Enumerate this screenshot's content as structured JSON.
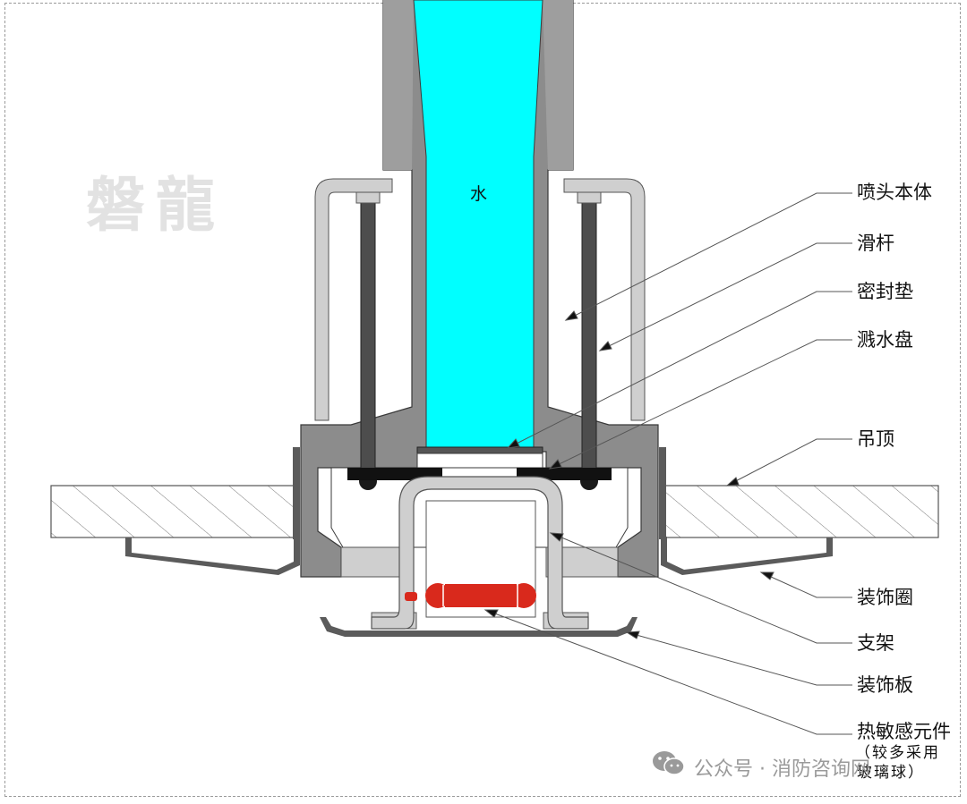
{
  "watermark": {
    "logo": "磐龍",
    "credit": "公众号 · 消防咨询网"
  },
  "labels": {
    "water": "水",
    "nozzle_body": "喷头本体",
    "slide_rod": "滑杆",
    "seal_gasket": "密封垫",
    "deflector": "溅水盘",
    "ceiling": "吊顶",
    "decorative_ring": "装饰圈",
    "bracket": "支架",
    "decorative_plate": "装饰板",
    "heat_element": "热敏感元件",
    "heat_element_note_1": "（较多采用",
    "heat_element_note_2": "玻璃球）"
  },
  "colors": {
    "water": "#00ffff",
    "body": "#8c8c8c",
    "rod": "#4d4d4d",
    "light_part": "#cfcfcf",
    "bulb": "#d9291c",
    "black": "#000000"
  }
}
